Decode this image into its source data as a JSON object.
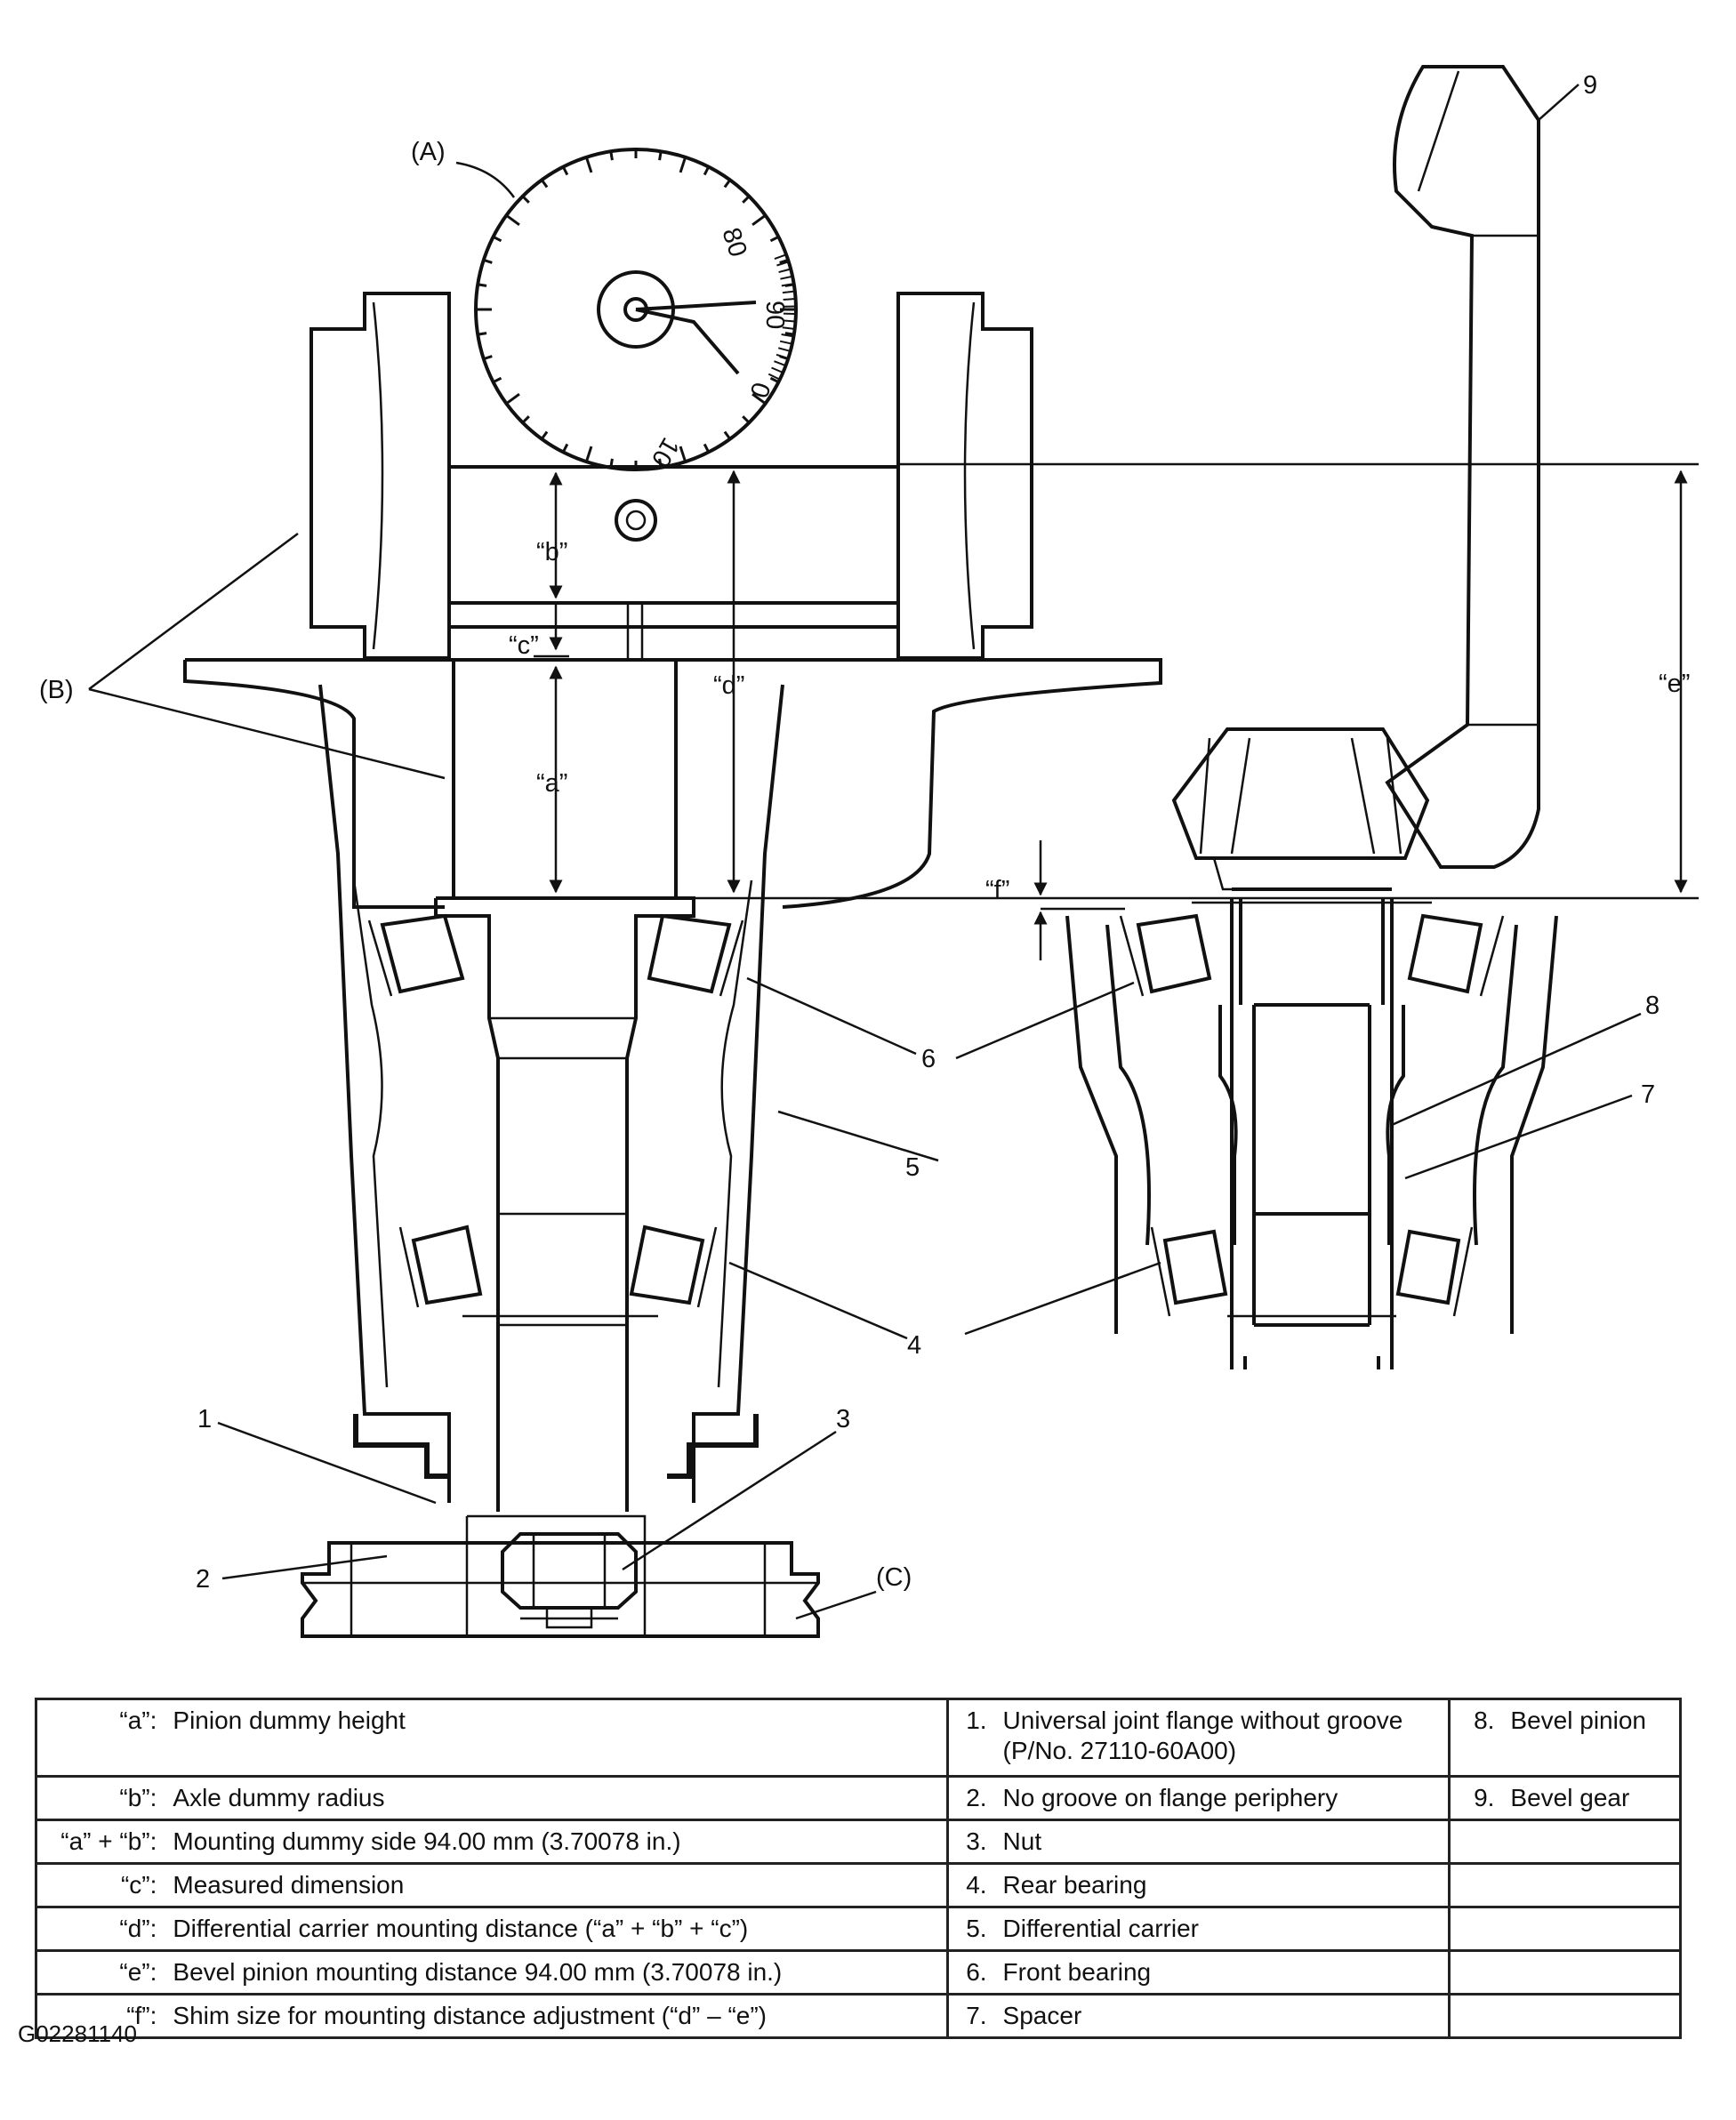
{
  "labels": {
    "A": "(A)",
    "B": "(B)",
    "C": "(C)",
    "n1": "1",
    "n2": "2",
    "n3": "3",
    "n4": "4",
    "n5": "5",
    "n6": "6",
    "n7": "7",
    "n8": "8",
    "n9": "9",
    "a": "“a”",
    "b": "“b”",
    "c": "“c”",
    "d": "“d”",
    "e": "“e”",
    "f": "“f”"
  },
  "dial": {
    "marks": [
      "80",
      "90",
      "0",
      "10"
    ]
  },
  "legend": {
    "rows": [
      {
        "key": "“a”:",
        "desc": "Pinion dummy height",
        "num": "1.",
        "part": "Universal joint flange without groove (P/No. 27110-60A00)",
        "num2": "8.",
        "part2": "Bevel pinion"
      },
      {
        "key": "“b”:",
        "desc": "Axle dummy radius",
        "num": "2.",
        "part": "No groove on flange periphery",
        "num2": "9.",
        "part2": "Bevel gear"
      },
      {
        "key": "“a” + “b”:",
        "desc": "Mounting dummy side 94.00 mm (3.70078 in.)",
        "num": "3.",
        "part": "Nut",
        "num2": "",
        "part2": ""
      },
      {
        "key": "“c”:",
        "desc": "Measured dimension",
        "num": "4.",
        "part": "Rear bearing",
        "num2": "",
        "part2": ""
      },
      {
        "key": "“d”:",
        "desc": "Differential carrier mounting distance (“a” + “b” + “c”)",
        "num": "5.",
        "part": "Differential carrier",
        "num2": "",
        "part2": ""
      },
      {
        "key": "“e”:",
        "desc": "Bevel pinion mounting distance 94.00 mm (3.70078 in.)",
        "num": "6.",
        "part": "Front bearing",
        "num2": "",
        "part2": ""
      },
      {
        "key": "“f”:",
        "desc": "Shim size for mounting distance adjustment (“d” – “e”)",
        "num": "7.",
        "part": "Spacer",
        "num2": "",
        "part2": ""
      }
    ]
  },
  "figure_code": "G02281140"
}
